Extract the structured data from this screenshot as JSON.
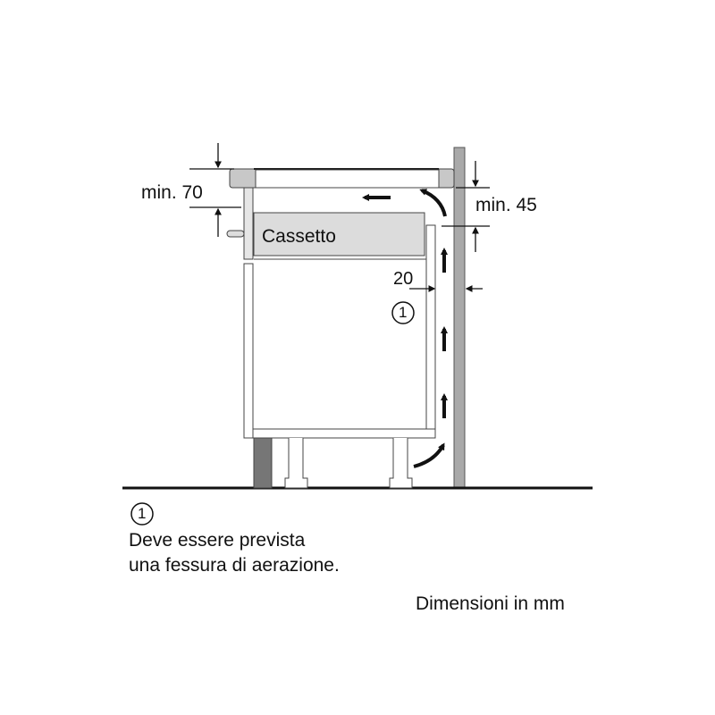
{
  "labels": {
    "dim_front": "min. 70",
    "dim_back": "min. 45",
    "dim_gap": "20",
    "drawer": "Cassetto",
    "marker": "1"
  },
  "note": {
    "marker": "1",
    "line1": "Deve essere prevista",
    "line2": "una fessura di aerazione."
  },
  "units": "Dimensioni in mm",
  "colors": {
    "wall": "#a9a9a9",
    "plinth": "#767676",
    "drawer": "#dcdcdc",
    "worktop": "#c8c8c8",
    "ink": "#111111"
  }
}
